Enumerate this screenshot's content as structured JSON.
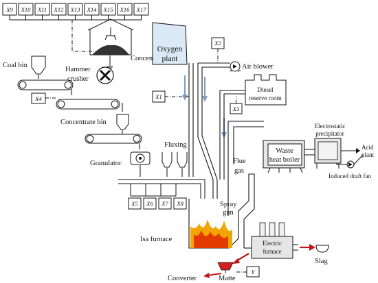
{
  "sensors_top": [
    "X9",
    "X10",
    "X11",
    "X12",
    "X13",
    "X14",
    "X15",
    "X16",
    "X17"
  ],
  "sensors_flux": [
    "X5",
    "X6",
    "X7",
    "X8"
  ],
  "labels": {
    "concentrate": "Concentrate",
    "coal_bin": "Coal bin",
    "hammer_crusher_1": "Hammer",
    "hammer_crusher_2": "crusher",
    "x4": "X4",
    "concentrate_bin": "Concentrate bin",
    "granulator": "Granulator",
    "fluxing": "Fluxing",
    "oxygen_plant_1": "Oxygen",
    "oxygen_plant_2": "plant",
    "x2": "X2",
    "x1": "X1",
    "x3": "X3",
    "air_blower": "Air blower",
    "diesel_1": "Diesel",
    "diesel_2": "reserve room",
    "flue_gas_1": "Flue",
    "flue_gas_2": "gas",
    "spray_gun_1": "Spray",
    "spray_gun_2": "gun",
    "waste_heat_1": "Waste",
    "waste_heat_2": "heat boiler",
    "esp_1": "Electrostatic",
    "esp_2": "precipitator",
    "acid_plant_1": "Acid",
    "acid_plant_2": "plant",
    "induced_fan": "Induced draft fan",
    "isa_furnace": "Isa furnace",
    "electric_furnace_1": "Electric",
    "electric_furnace_2": "furnace",
    "slag": "Slag",
    "converter": "Converter",
    "matte": "Matte",
    "y": "Y"
  },
  "colors": {
    "oxygen_fill": "#dbe9f6",
    "grey_equipment": "#e6e6e6",
    "process_arrow": "#8a8a8a",
    "oxygen_arrow": "#7f9ec2",
    "product_arrow": "#c0141a",
    "ladle": "#d42020"
  }
}
